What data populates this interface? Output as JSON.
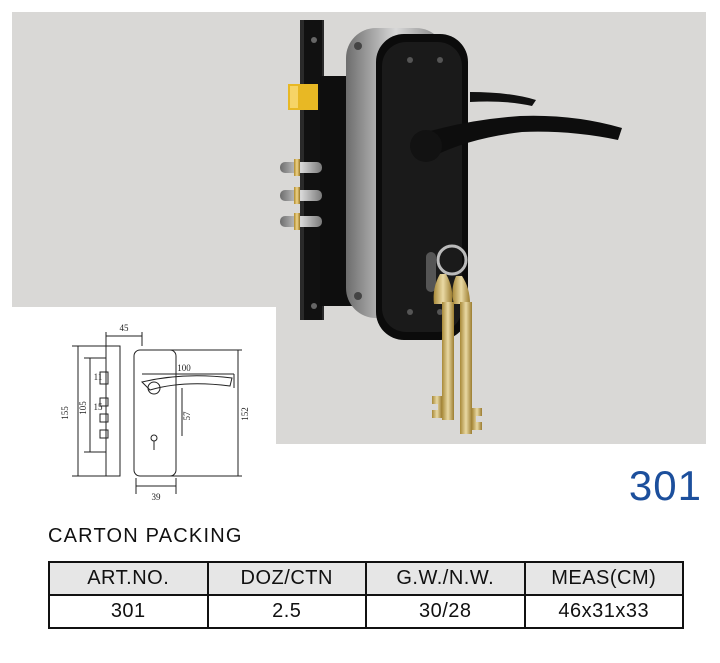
{
  "model_number": "301",
  "section_title": "CARTON PACKING",
  "table": {
    "headers": [
      "ART.NO.",
      "DOZ/CTN",
      "G.W./N.W.",
      "MEAS(CM)"
    ],
    "row": [
      "301",
      "2.5",
      "30/28",
      "46x31x33"
    ]
  },
  "drawing_dims": {
    "top_width": "45",
    "handle_length": "100",
    "overall_height": "155",
    "body_height": "105",
    "small_a": "11",
    "small_b": "15",
    "center_to_key": "57",
    "plate_height": "152",
    "plate_width": "39"
  },
  "colors": {
    "model_number": "#1c4f9c",
    "background": "#d9d8d6"
  }
}
